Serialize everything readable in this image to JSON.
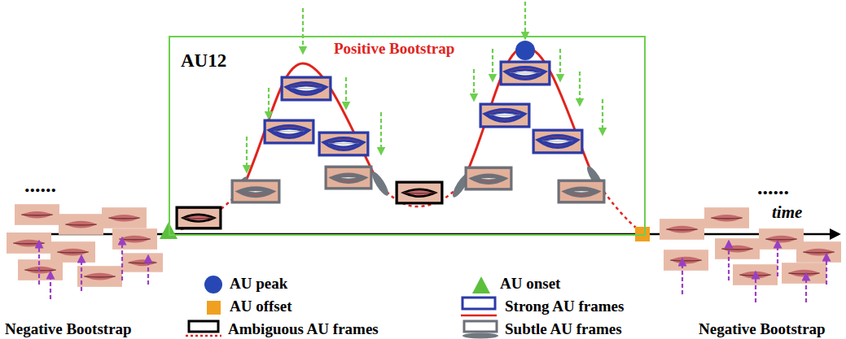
{
  "diagram": {
    "nodes": [
      {
        "text": [
          "AU12",
          "Positive Bootstrap"
        ]
      }
    ],
    "labels": [
      "......",
      "time",
      "......",
      "Negative Bootstrap",
      "Negative Bootstrap"
    ],
    "legend": [
      {
        "text": "AU peak"
      },
      {
        "text": "AU onset"
      },
      {
        "text": "AU offset"
      },
      {
        "text": "Strong AU frames"
      },
      {
        "text": "Ambiguous AU frames"
      },
      {
        "text": "Subtle AU frames"
      }
    ]
  }
}
